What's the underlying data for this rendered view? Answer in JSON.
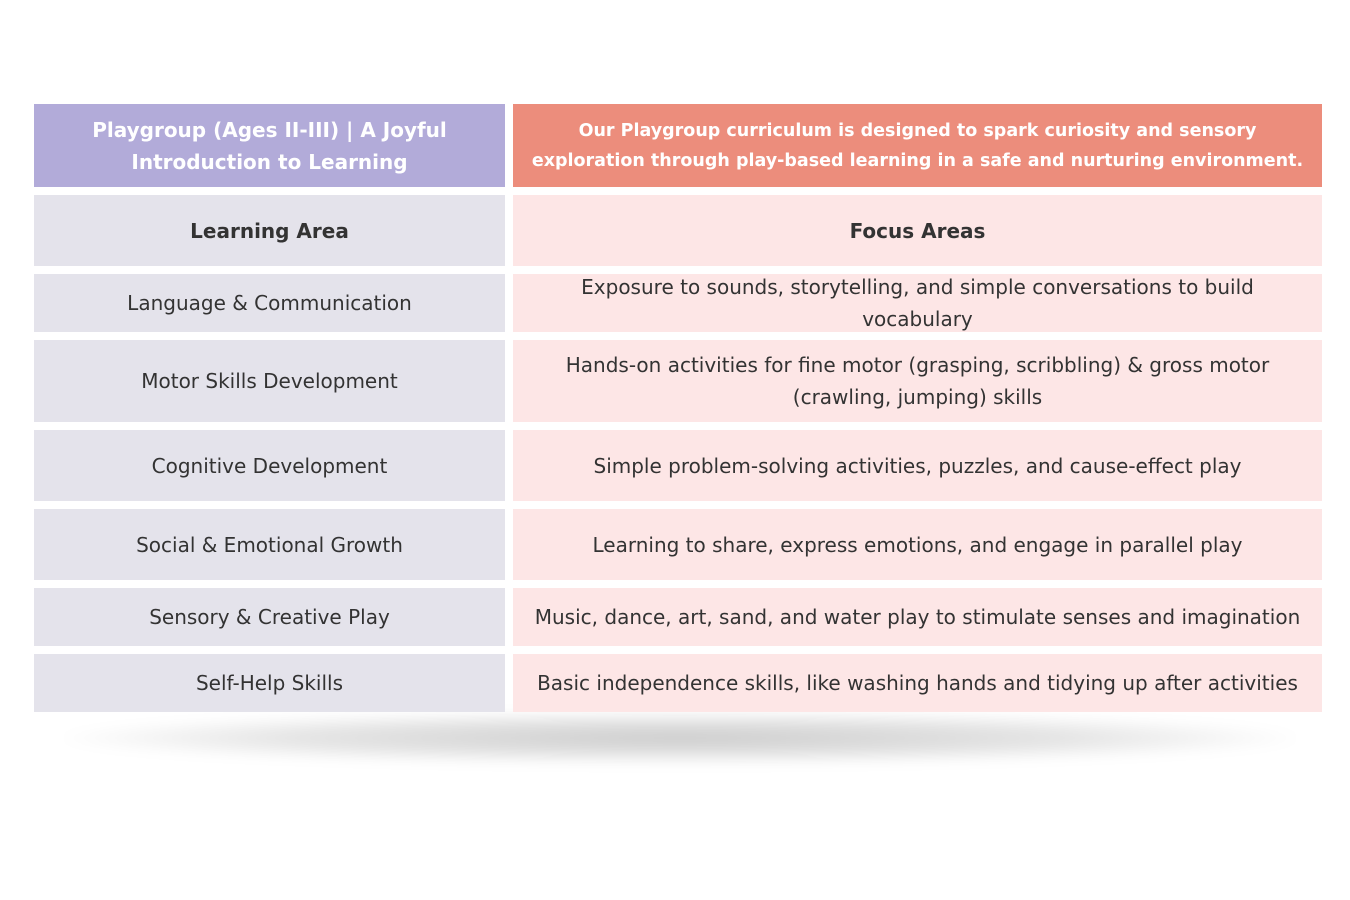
{
  "header": {
    "title": "Playgroup (Ages II-III) | A Joyful Introduction to Learning",
    "description": "Our Playgroup curriculum is designed to spark curiosity and sensory exploration through play-based learning in a safe and nurturing environment."
  },
  "columns": {
    "left": "Learning Area",
    "right": "Focus Areas"
  },
  "rows": [
    {
      "area": "Language & Communication",
      "focus": "Exposure to sounds, storytelling, and simple conversations to build vocabulary"
    },
    {
      "area": "Motor Skills Development",
      "focus": "Hands-on activities for fine motor (grasping, scribbling) & gross motor (crawling, jumping) skills"
    },
    {
      "area": "Cognitive Development",
      "focus": "Simple problem-solving activities, puzzles, and cause-effect play"
    },
    {
      "area": "Social & Emotional Growth",
      "focus": "Learning to share, express emotions, and engage in parallel play"
    },
    {
      "area": "Sensory & Creative Play",
      "focus": "Music, dance, art, sand, and water play to stimulate senses and imagination"
    },
    {
      "area": "Self-Help Skills",
      "focus": "Basic independence skills, like washing hands and tidying up after activities"
    }
  ],
  "colors": {
    "header_left": "#b2abd9",
    "header_right": "#ec8d7c",
    "cell_left": "#e4e3eb",
    "cell_right": "#fde6e6"
  }
}
